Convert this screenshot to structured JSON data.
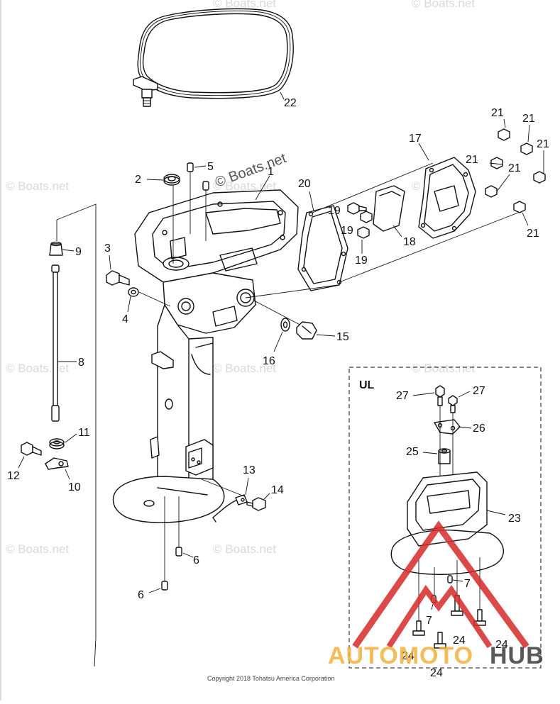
{
  "watermarks": {
    "main": "© Boats.net",
    "tiles": [
      "© Boats.net",
      "© Boats.net",
      "© Boats.net",
      "© Boats.net",
      "© Boats.net",
      "© Boats.net",
      "© Boats.net",
      "© Boats.net",
      "© Boats.net",
      "© Boats.net"
    ]
  },
  "callouts": {
    "c1": "1",
    "c2": "2",
    "c3": "3",
    "c4": "4",
    "c5": "5",
    "c6a": "6",
    "c6b": "6",
    "c7a": "7",
    "c7b": "7",
    "c8": "8",
    "c9": "9",
    "c10": "10",
    "c11": "11",
    "c12": "12",
    "c13": "13",
    "c14": "14",
    "c15": "15",
    "c16": "16",
    "c17": "17",
    "c18": "18",
    "c19a": "19",
    "c19b": "19",
    "c19c": "19",
    "c20": "20",
    "c21a": "21",
    "c21b": "21",
    "c21c": "21",
    "c21d": "21",
    "c21e": "21",
    "c21f": "21",
    "c22": "22",
    "c23": "23",
    "c24a": "24",
    "c24b": "24",
    "c24c": "24",
    "c24d": "24",
    "c25": "25",
    "c26": "26",
    "c27a": "27",
    "c27b": "27"
  },
  "inset_label": "UL",
  "copyright": "Copyright 2018 Tohatsu America Corporation",
  "logo": {
    "text_a": "AUTOMOTO",
    "text_b": "HUB",
    "color_red": "#d62a2a",
    "color_dark": "#3b3b3b",
    "color_orange": "#f3b13b"
  }
}
